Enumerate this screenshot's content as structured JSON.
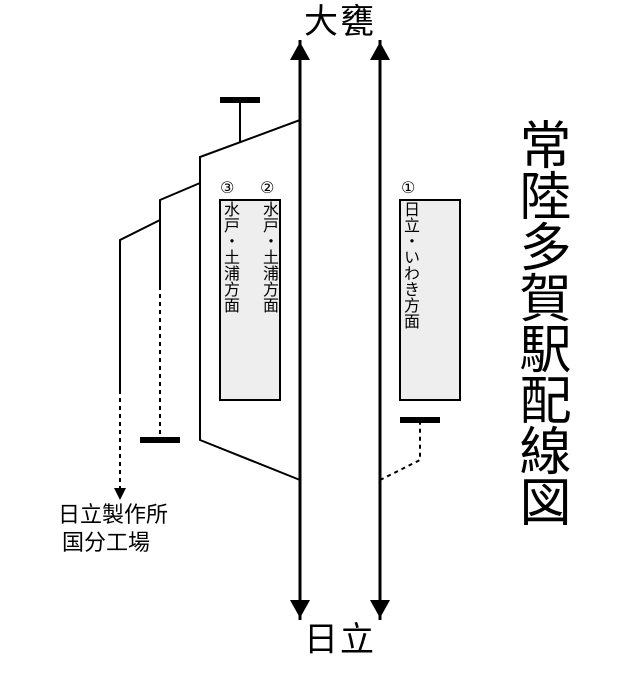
{
  "title": "常陸多賀駅配線図",
  "destinations": {
    "north": "大甕",
    "south": "日立"
  },
  "siding": {
    "line1": "日立製作所",
    "line2": "国分工場"
  },
  "platforms": {
    "p1": {
      "number": "①",
      "direction": "日立・いわき方面"
    },
    "p2": {
      "number": "②",
      "direction": "水戸・土浦方面"
    },
    "p3": {
      "number": "③",
      "direction": "水戸・土浦方面"
    }
  },
  "colors": {
    "line": "#000000",
    "platform_fill": "#eeeeee",
    "background": "#ffffff"
  }
}
